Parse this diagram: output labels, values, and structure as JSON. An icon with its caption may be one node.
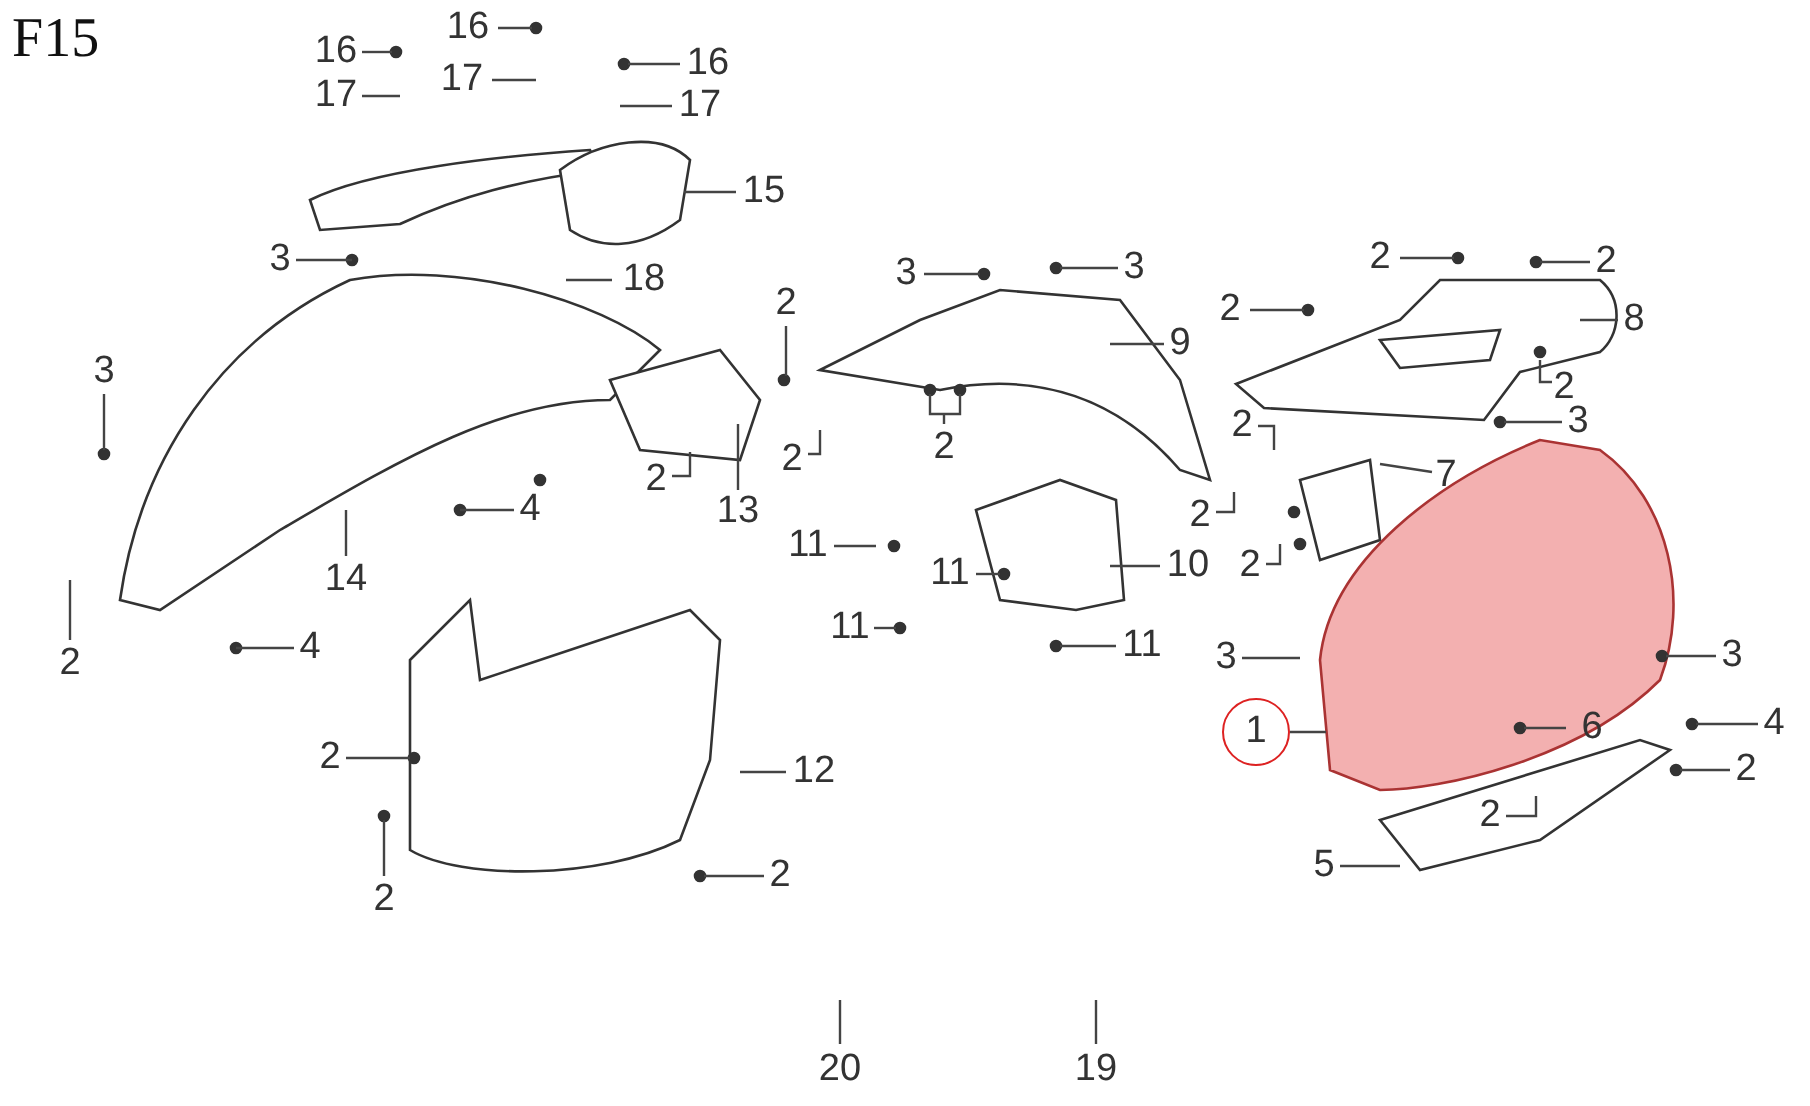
{
  "diagram": {
    "title": "F15",
    "nodes": [
      {
        "text": [
          "16"
        ]
      },
      {
        "text": [
          "16"
        ]
      },
      {
        "text": [
          "16"
        ]
      },
      {
        "text": [
          "17"
        ]
      },
      {
        "text": [
          "17"
        ]
      },
      {
        "text": [
          "17"
        ]
      },
      {
        "text": [
          "15"
        ]
      },
      {
        "text": [
          "18"
        ]
      },
      {
        "text": [
          "3"
        ]
      },
      {
        "text": [
          "2"
        ]
      },
      {
        "text": [
          "3"
        ]
      },
      {
        "text": [
          "14"
        ]
      },
      {
        "text": [
          "4"
        ]
      },
      {
        "text": [
          "13"
        ]
      },
      {
        "text": [
          "2"
        ]
      },
      {
        "text": [
          "2"
        ]
      },
      {
        "text": [
          "2"
        ]
      },
      {
        "text": [
          "4"
        ]
      },
      {
        "text": [
          "3"
        ]
      },
      {
        "text": [
          "3"
        ]
      },
      {
        "text": [
          "9"
        ]
      },
      {
        "text": [
          "2"
        ]
      },
      {
        "text": [
          "11"
        ]
      },
      {
        "text": [
          "11"
        ]
      },
      {
        "text": [
          "10"
        ]
      },
      {
        "text": [
          "11"
        ]
      },
      {
        "text": [
          "11"
        ]
      },
      {
        "text": [
          "2"
        ]
      },
      {
        "text": [
          "2"
        ]
      },
      {
        "text": [
          "2"
        ]
      },
      {
        "text": [
          "8"
        ]
      },
      {
        "text": [
          "2"
        ]
      },
      {
        "text": [
          "3"
        ]
      },
      {
        "text": [
          "2"
        ]
      },
      {
        "text": [
          "7"
        ]
      },
      {
        "text": [
          "2"
        ]
      },
      {
        "text": [
          "2"
        ]
      },
      {
        "text": [
          "3"
        ]
      },
      {
        "text": [
          "1"
        ]
      },
      {
        "text": [
          "3"
        ]
      },
      {
        "text": [
          "4"
        ]
      },
      {
        "text": [
          "6"
        ]
      },
      {
        "text": [
          "2"
        ]
      },
      {
        "text": [
          "2"
        ]
      },
      {
        "text": [
          "5"
        ]
      },
      {
        "text": [
          "12"
        ]
      },
      {
        "text": [
          "2"
        ]
      },
      {
        "text": [
          "2"
        ]
      },
      {
        "text": [
          "2"
        ]
      },
      {
        "text": [
          "20"
        ]
      },
      {
        "text": [
          "19"
        ]
      }
    ],
    "edges": [
      {
        "from": 0,
        "to": null,
        "arrow": "none"
      },
      {
        "from": 1,
        "to": null,
        "arrow": "none"
      },
      {
        "from": 2,
        "to": null,
        "arrow": "none"
      },
      {
        "from": 3,
        "to": null,
        "arrow": "none"
      },
      {
        "from": 4,
        "to": null,
        "arrow": "none"
      },
      {
        "from": 5,
        "to": null,
        "arrow": "none"
      },
      {
        "from": 6,
        "to": null,
        "arrow": "none"
      },
      {
        "from": 7,
        "to": null,
        "arrow": "none"
      },
      {
        "from": 8,
        "to": null,
        "arrow": "none"
      },
      {
        "from": 9,
        "to": null,
        "arrow": "none"
      },
      {
        "from": 10,
        "to": null,
        "arrow": "none"
      },
      {
        "from": 11,
        "to": null,
        "arrow": "none"
      },
      {
        "from": 12,
        "to": null,
        "arrow": "none"
      },
      {
        "from": 13,
        "to": null,
        "arrow": "none"
      },
      {
        "from": 14,
        "to": null,
        "arrow": "none"
      },
      {
        "from": 15,
        "to": null,
        "arrow": "none"
      },
      {
        "from": 16,
        "to": null,
        "arrow": "none"
      },
      {
        "from": 17,
        "to": null,
        "arrow": "none"
      },
      {
        "from": 18,
        "to": null,
        "arrow": "none"
      },
      {
        "from": 19,
        "to": null,
        "arrow": "none"
      },
      {
        "from": 20,
        "to": null,
        "arrow": "none"
      },
      {
        "from": 21,
        "to": null,
        "arrow": "none"
      },
      {
        "from": 22,
        "to": null,
        "arrow": "none"
      },
      {
        "from": 23,
        "to": null,
        "arrow": "none"
      },
      {
        "from": 24,
        "to": null,
        "arrow": "none"
      },
      {
        "from": 25,
        "to": null,
        "arrow": "none"
      },
      {
        "from": 26,
        "to": null,
        "arrow": "none"
      },
      {
        "from": 27,
        "to": null,
        "arrow": "none"
      },
      {
        "from": 28,
        "to": null,
        "arrow": "none"
      },
      {
        "from": 29,
        "to": null,
        "arrow": "none"
      },
      {
        "from": 30,
        "to": null,
        "arrow": "none"
      },
      {
        "from": 31,
        "to": null,
        "arrow": "none"
      },
      {
        "from": 32,
        "to": null,
        "arrow": "none"
      },
      {
        "from": 33,
        "to": null,
        "arrow": "none"
      },
      {
        "from": 34,
        "to": null,
        "arrow": "none"
      },
      {
        "from": 35,
        "to": null,
        "arrow": "none"
      },
      {
        "from": 36,
        "to": null,
        "arrow": "none"
      },
      {
        "from": 37,
        "to": null,
        "arrow": "none"
      },
      {
        "from": 38,
        "to": null,
        "arrow": "none"
      },
      {
        "from": 39,
        "to": null,
        "arrow": "none"
      },
      {
        "from": 40,
        "to": null,
        "arrow": "none"
      },
      {
        "from": 41,
        "to": null,
        "arrow": "none"
      },
      {
        "from": 42,
        "to": null,
        "arrow": "none"
      },
      {
        "from": 43,
        "to": null,
        "arrow": "none"
      },
      {
        "from": 44,
        "to": null,
        "arrow": "none"
      },
      {
        "from": 45,
        "to": null,
        "arrow": "none"
      },
      {
        "from": 46,
        "to": null,
        "arrow": "none"
      },
      {
        "from": 47,
        "to": null,
        "arrow": "none"
      },
      {
        "from": 48,
        "to": null,
        "arrow": "none"
      },
      {
        "from": 49,
        "to": null,
        "arrow": "none"
      },
      {
        "from": 50,
        "to": null,
        "arrow": "none"
      }
    ]
  }
}
